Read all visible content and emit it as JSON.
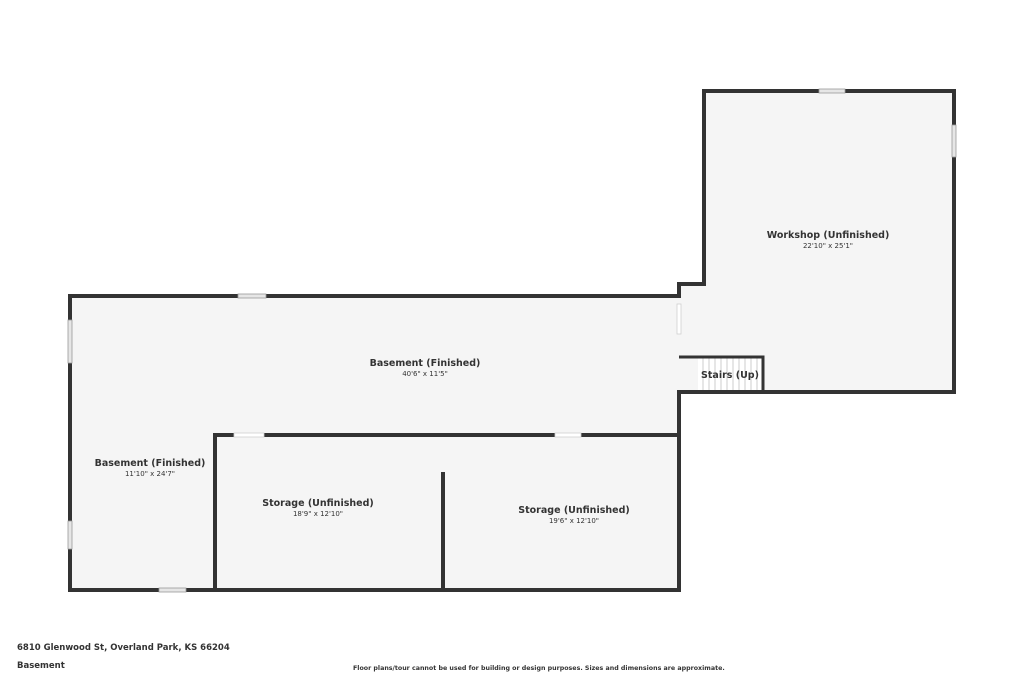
{
  "plan": {
    "wall_color": "#333333",
    "floor_color": "#f5f5f5",
    "window_color": "#e6e6e6",
    "rooms": [
      {
        "name": "Workshop (Unfinished)",
        "dims": "22'10\" x 25'1\""
      },
      {
        "name": "Basement (Finished)",
        "dims": "40'6\" x 11'5\""
      },
      {
        "name": "Stairs (Up)",
        "dims": ""
      },
      {
        "name": "Basement (Finished)",
        "dims": "11'10\" x 24'7\""
      },
      {
        "name": "Storage (Unfinished)",
        "dims": "18'9\" x 12'10\""
      },
      {
        "name": "Storage (Unfinished)",
        "dims": "19'6\" x 12'10\""
      }
    ]
  },
  "footer": {
    "address": "6810 Glenwood St, Overland Park, KS 66204",
    "level": "Basement",
    "disclaimer": "Floor plans/tour cannot be used for building or design purposes. Sizes and dimensions are approximate."
  }
}
